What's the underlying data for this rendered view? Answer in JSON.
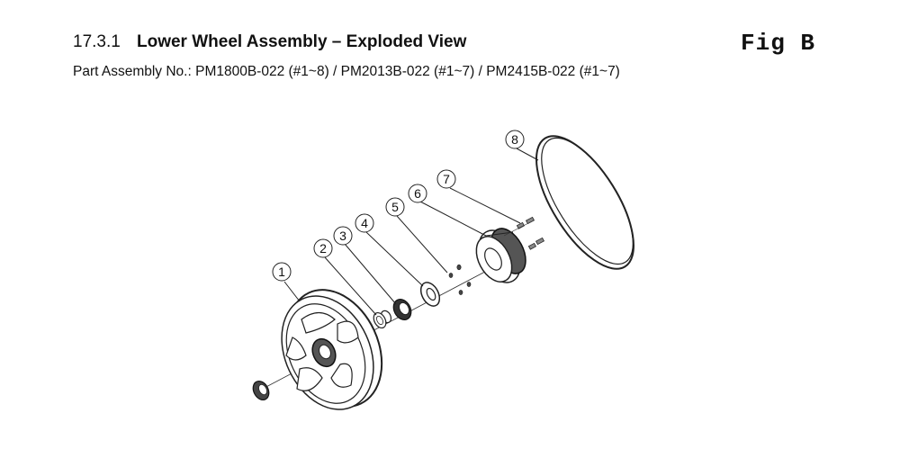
{
  "header": {
    "section_number": "17.3.1",
    "title": "Lower Wheel Assembly – Exploded View",
    "figure_label": "Fig B",
    "subtitle": "Part Assembly No.: PM1800B-022 (#1~8) / PM2013B-022 (#1~7) / PM2415B-022 (#1~7)"
  },
  "callouts": [
    {
      "label": "1"
    },
    {
      "label": "2"
    },
    {
      "label": "3"
    },
    {
      "label": "4"
    },
    {
      "label": "5"
    },
    {
      "label": "6"
    },
    {
      "label": "7"
    },
    {
      "label": "8"
    }
  ]
}
